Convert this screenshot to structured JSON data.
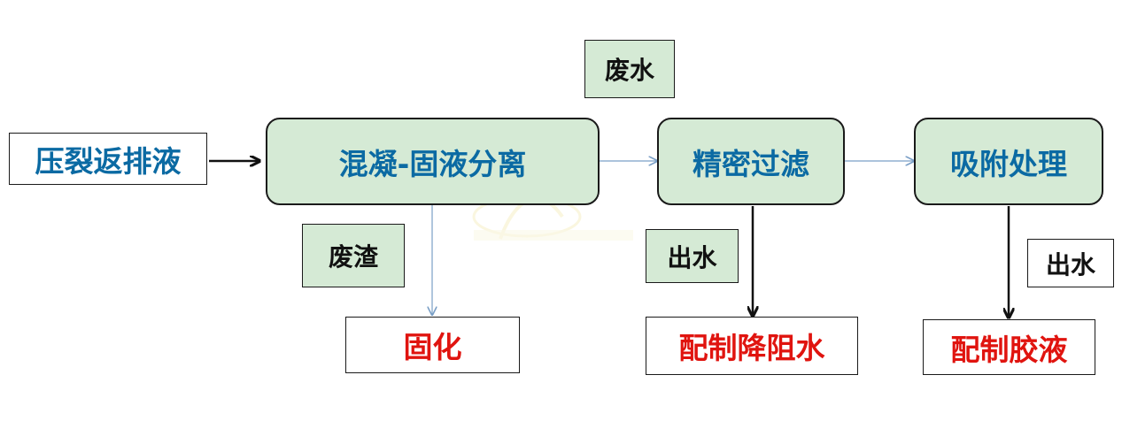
{
  "input": {
    "label": "压裂返排液"
  },
  "process": {
    "coagulation": "混凝-固液分离",
    "filtration": "精密过滤",
    "adsorption": "吸附处理"
  },
  "labels": {
    "wastewater": "废水",
    "residue": "废渣",
    "effluent_1": "出水",
    "effluent_2": "出水"
  },
  "outputs": {
    "solidify": "固化",
    "drag_reducer": "配制降阻水",
    "gel": "配制胶液"
  },
  "colors": {
    "process_fill": "#d5ead5",
    "process_text": "#0b6aa3",
    "output_text": "#e0140f",
    "thin_arrow": "#7a9fc6",
    "thick_arrow": "#111111"
  }
}
